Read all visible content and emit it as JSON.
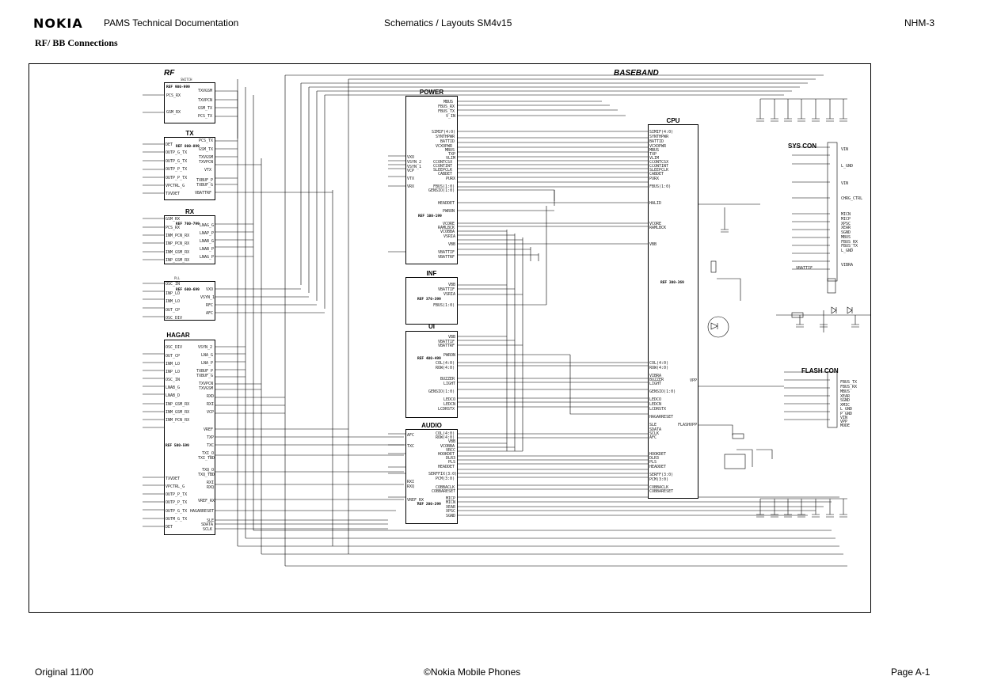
{
  "header": {
    "logo": "NOKIA",
    "doc_title": "PAMS Technical Documentation",
    "center": "Schematics / Layouts  SM4v15",
    "right": "NHM-3"
  },
  "subtitle": "RF/ BB Connections",
  "footer": {
    "left": "Original 11/00",
    "center": "©Nokia Mobile Phones",
    "right": "Page A-1"
  },
  "schematic": {
    "sections": {
      "rf": "RF",
      "baseband": "BASEBAND"
    },
    "blocks": {
      "switch": {
        "title": "SWITCH",
        "ref": "REF 900-999"
      },
      "tx": {
        "title": "TX",
        "ref": "REF 800-899"
      },
      "rx": {
        "title": "RX",
        "ref": "REF 700-799"
      },
      "pll": {
        "title": "PLL",
        "ref": "REF 600-699"
      },
      "hagar": {
        "title": "HAGAR",
        "ref": "REF 500-599"
      },
      "power": {
        "title": "POWER",
        "ref": "REF 100-199"
      },
      "inf": {
        "title": "INF",
        "ref": "REF 370-399"
      },
      "ui": {
        "title": "UI",
        "ref": "REF 400-499"
      },
      "audio": {
        "title": "AUDIO",
        "ref": "REF 200-299"
      },
      "cpu": {
        "title": "CPU",
        "ref": "REF 300-369"
      },
      "sys_con": {
        "title": "SYS CON"
      },
      "flash_con": {
        "title": "FLASH CON"
      }
    },
    "pins": {
      "switch_l": [
        "PCS_RX",
        "GSM_RX"
      ],
      "switch_r": [
        "TXVGSM",
        "TXVPCN",
        "GSM_TX",
        "PCS_TX"
      ],
      "tx_l": [
        "DET",
        "OUTP_G_TX",
        "OUTP_G_TX",
        "OUTP_P_TX",
        "OUTP_P_TX",
        "VPCTRL_G",
        "TXVDET"
      ],
      "tx_r": [
        "PCS_TX",
        "GSM_TX",
        "TXVGSM",
        "TXVPCN",
        "VTX",
        "TXBUF_P",
        "TXBUF_G",
        "VBATTRF"
      ],
      "rx_l": [
        "GSM_RX",
        "PCS_RX",
        "INM_PCN_RX",
        "INP_PCN_RX",
        "INM_GSM_RX",
        "INP_GSM_RX"
      ],
      "rx_r": [
        "LNAG_G",
        "LNAP_P",
        "LNAB_G",
        "LNAB_P",
        "LNAG_P"
      ],
      "pll_l": [
        "OSC_IN",
        "INP_LO",
        "INM_LO",
        "OUT_CP",
        "OSC_DIV"
      ],
      "pll_r": [
        "VXO",
        "VSYN_1",
        "RFC",
        "AFC"
      ],
      "hagar_l": [
        "OSC_DIV",
        "OUT_CP",
        "INM_LO",
        "INP_LO",
        "OSC_IN",
        "LNAB_G",
        "LNAB_D",
        "INP_GSM_RX",
        "INM_GSM_RX",
        "INM_PCN_RX",
        "TXVDET",
        "VPCTRL_G",
        "OUTP_P_TX",
        "OUTP_P_TX",
        "OUTP_G_TX",
        "OUTM_G_TX",
        "DET"
      ],
      "hagar_r": [
        "VSYN_2",
        "LNA_G",
        "LNA_P",
        "TXBUF_P",
        "TXBUF_G",
        "TXVPCN",
        "TXVGSM",
        "RXD",
        "RXI",
        "VCP",
        "VREF",
        "TXP",
        "TXC",
        "TXI_O",
        "TXI_TBD",
        "TXQ_O",
        "TXQ_TBD",
        "RXI",
        "RXQ",
        "VREF_RX",
        "HAGARRESET",
        "SLE",
        "SDATA",
        "SCLK"
      ],
      "power_l": [
        "VXO",
        "VSYN_2",
        "VSYN_1",
        "VCP",
        "VTX",
        "VRX"
      ],
      "power_r": [
        "MBUS",
        "FBUS_RX",
        "FBUS_TX",
        "V_IN",
        "SIMIF(4:0)",
        "SYNTHPWR",
        "BATTID",
        "VCXOPWR",
        "MBUS",
        "TXP",
        "VLIM",
        "CCONTCSX",
        "CCONTINT",
        "SLEEPCLK",
        "CABDET",
        "PURX",
        "FBUS(1:0)",
        "GENSIO(1:0)",
        "HEADDET",
        "PWRON",
        "VCORE",
        "RAMLBCK",
        "VCOBBA",
        "VSRIA",
        "VBB",
        "VBATTIF",
        "VBATTRF"
      ],
      "inf_r": [
        "VBB",
        "VBATTIF",
        "VSRIA",
        "FBUS(1:0)"
      ],
      "ui_r": [
        "VBB",
        "VBATTIF",
        "VBATTRF",
        "PWRON",
        "COL(4:0)",
        "ROW(4:0)",
        "BUZZER",
        "LIGHT",
        "GENSIO(1:0)",
        "LEDCO",
        "LEDCN",
        "LCDRSTX"
      ],
      "audio_l": [
        "AFC",
        "TXC",
        "RXI",
        "RXQ",
        "VREF_RX"
      ],
      "audio_r": [
        "COL(4:0)",
        "ROW(4:0)",
        "VBB",
        "VCOBBA",
        "VRCC",
        "HOOKDET",
        "DLR3",
        "PLS",
        "HEADDET",
        "SERFFIX(3:0)",
        "PCM(3:0)",
        "COBBACLK",
        "COBBARESET",
        "MICP",
        "MICN",
        "XEAR",
        "XPSC",
        "SGND"
      ],
      "cpu_l": [
        "SIMIF(4:0)",
        "SYNTHPWR",
        "BATTID",
        "VCXOPWR",
        "MBUS",
        "TXP",
        "VLIM",
        "CCONTCSX",
        "CCONTINT",
        "SLEEPCLK",
        "CABDET",
        "PURX",
        "FBUS(1:0)",
        "HALID",
        "VCORE",
        "RAMLBCK",
        "VBB",
        "COL(4:0)",
        "ROW(4:0)",
        "VIBRA",
        "BUZZER",
        "LIGHT",
        "GENSIO(1:0)",
        "LEDCO",
        "LEDCN",
        "LCDRSTX",
        "HAGARRESET",
        "SLE",
        "SDATA",
        "SCLK",
        "AFC",
        "HOOKDET",
        "DLR3",
        "PLS",
        "HEADDET",
        "SERFF(3:0)",
        "PCM(3:0)",
        "COBBACLK",
        "COBBARESET"
      ],
      "cpu_r": [
        "VPP",
        "FLASHVPP"
      ],
      "sys_con_r": [
        "VIN",
        "L_GND",
        "VIN",
        "CHRG_CTRL",
        "MICN",
        "MICP",
        "XPSC",
        "XEAR",
        "SGND",
        "MBUS",
        "FBUS_RX",
        "FBUS_TX",
        "L_GND",
        "VIBRA",
        "VBATTIF"
      ],
      "flash_con_r": [
        "FBUS_TX",
        "FBUS_RX",
        "MBUS",
        "XEAR",
        "SGND",
        "XMIC",
        "L_GND",
        "P_GND",
        "VIN",
        "VPP",
        "MODE"
      ]
    }
  }
}
